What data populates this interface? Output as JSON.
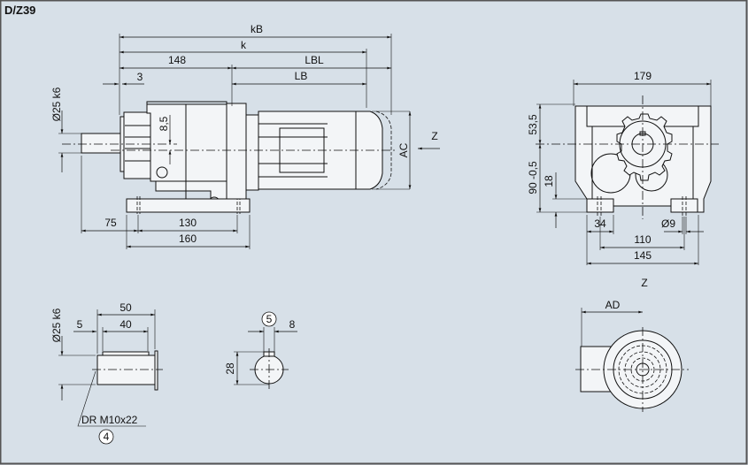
{
  "title": "D/Z39",
  "side_view": {
    "dims": {
      "kB": "kB",
      "k": "k",
      "d148": "148",
      "LBL": "LBL",
      "d3": "3",
      "LB": "LB",
      "shaft_dia": "Ø25 k6",
      "d8_5": "8,5",
      "AC": "AC",
      "d75": "75",
      "d130": "130",
      "d160": "160"
    },
    "view_arrow": "Z"
  },
  "front_view": {
    "dims": {
      "d179": "179",
      "d53_5": "53,5",
      "d90": "90 -0,5",
      "d18": "18",
      "d34": "34",
      "hole": "Ø9",
      "d110": "110",
      "d145": "145"
    },
    "label": "Z"
  },
  "shaft_detail": {
    "dims": {
      "d50": "50",
      "d40": "40",
      "d5": "5",
      "shaft_dia": "Ø25 k6"
    },
    "thread": "DR M10x22",
    "callout": "4"
  },
  "key_detail": {
    "callout": "5",
    "d8": "8",
    "d28": "28"
  },
  "motor_end_view": {
    "dim": "AD"
  }
}
